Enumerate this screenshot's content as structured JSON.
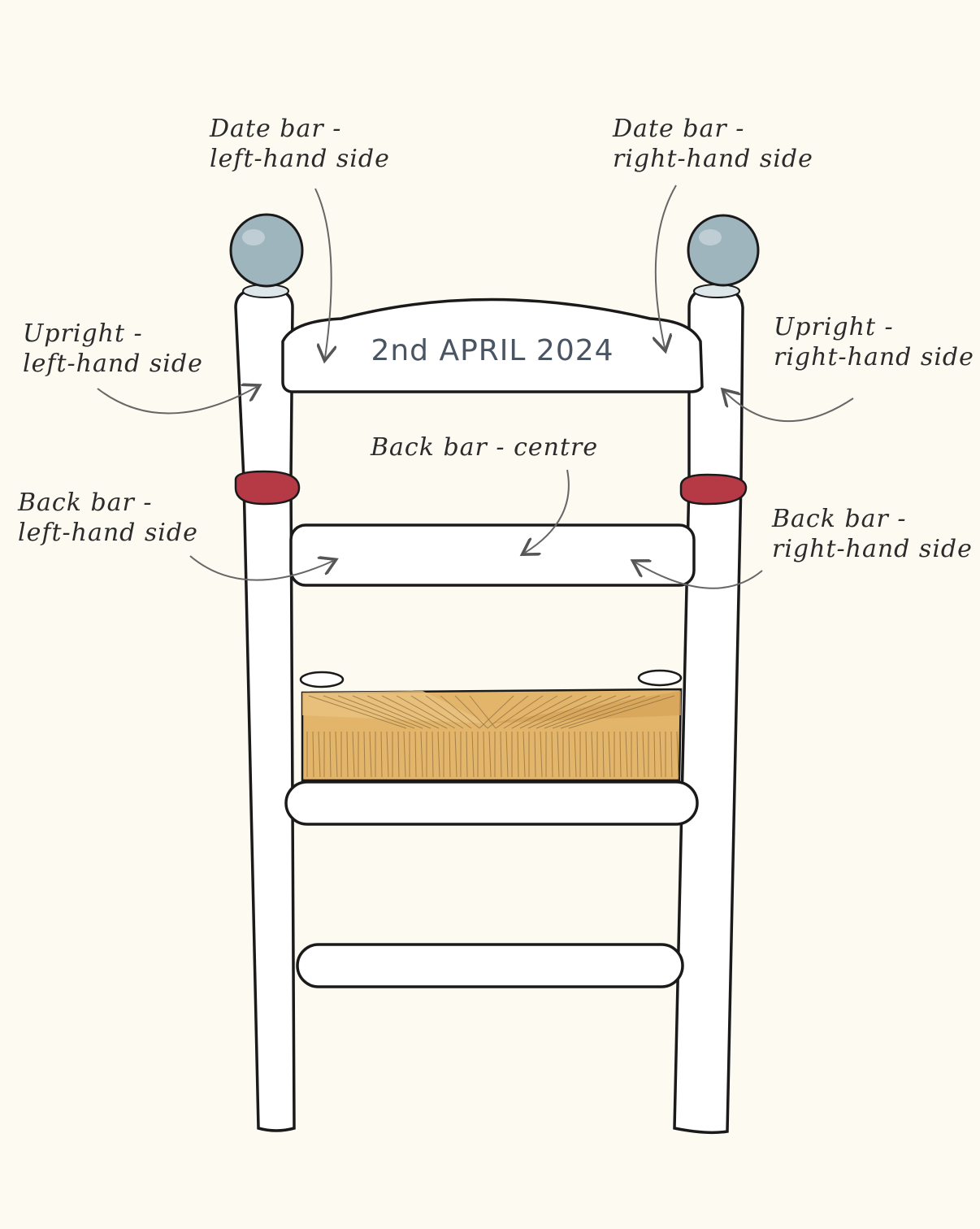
{
  "date_bar": {
    "text": "2nd APRIL 2024"
  },
  "labels": {
    "date_bar_left": [
      "Date bar -",
      "left-hand side"
    ],
    "date_bar_right": [
      "Date bar -",
      "right-hand side"
    ],
    "upright_left": [
      "Upright -",
      "left-hand side"
    ],
    "upright_right": [
      "Upright -",
      "right-hand side"
    ],
    "back_bar_centre": [
      "Back bar - centre"
    ],
    "back_bar_left": [
      "Back bar -",
      "left-hand side"
    ],
    "back_bar_right": [
      "Back bar -",
      "right-hand side"
    ]
  },
  "colors": {
    "background": "#fdfaf2",
    "frame": "#ffffff",
    "outline": "#1a1a1a",
    "finial": "#9eb5bd",
    "ring": "#b53a46",
    "seat": "#e2b56a"
  }
}
